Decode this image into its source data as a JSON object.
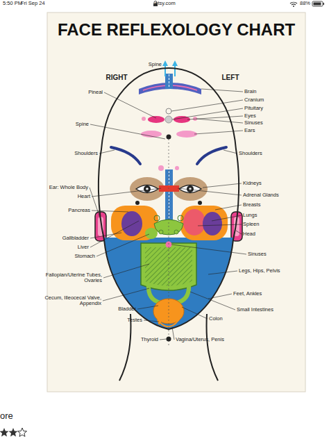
{
  "diagram": {
    "title": "FACE REFLEXOLOGY CHART",
    "labels": [
      "5:50 PM",
      "Fri Sep 24",
      "etsy.com",
      "88%",
      "Spine",
      "RIGHT",
      "LEFT",
      "Pineal",
      "Brain",
      "Cranium",
      "Pituitary",
      "Eyes",
      "Sinuses",
      "Ears",
      "Spine",
      "Shoulders",
      "Shoulders",
      "Ear: Whole Body",
      "Kidneys",
      "Heart",
      "Adrenal Glands",
      "Pancreas",
      "Breasts",
      "Lungs",
      "Spleen",
      "Head",
      "Gallbladder",
      "Liver",
      "Stomach",
      "Sinuses",
      "Legs, Hips, Pelvis",
      "Fallopian/Uterine Tubes, Ovaries",
      "Cecum, Illeocecal Valve, Appendix",
      "Feet, Ankles",
      "Small Intestines",
      "Bladder",
      "Testes",
      "Colon",
      "Thyroid",
      "Vagina/Uterus, Penis",
      "ore"
    ]
  }
}
